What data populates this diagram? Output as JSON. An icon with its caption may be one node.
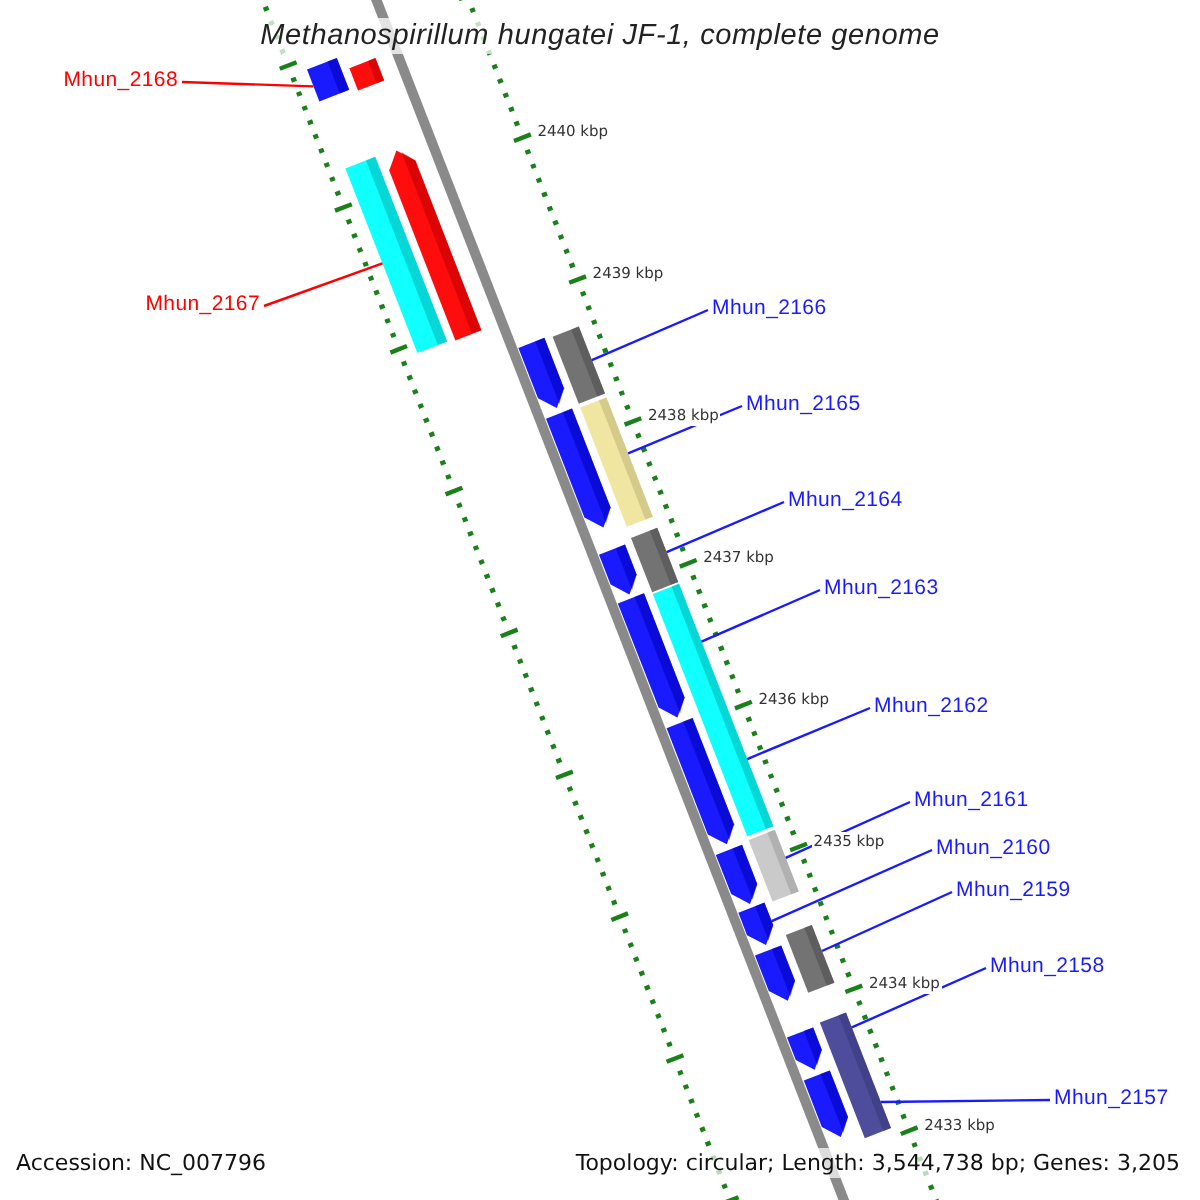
{
  "diagram": {
    "title": "Methanospirillum hungatei JF-1, complete genome",
    "nodes": [
      {
        "text": [
          "Mhun_2168"
        ]
      },
      {
        "text": [
          "Mhun_2167"
        ]
      },
      {
        "text": [
          "Mhun_2166"
        ]
      },
      {
        "text": [
          "Mhun_2165"
        ]
      },
      {
        "text": [
          "Mhun_2164"
        ]
      },
      {
        "text": [
          "Mhun_2163"
        ]
      },
      {
        "text": [
          "Mhun_2162"
        ]
      },
      {
        "text": [
          "Mhun_2161"
        ]
      },
      {
        "text": [
          "Mhun_2160"
        ]
      },
      {
        "text": [
          "Mhun_2159"
        ]
      },
      {
        "text": [
          "Mhun_2158"
        ]
      },
      {
        "text": [
          "Mhun_2157"
        ]
      },
      {
        "text": [],
        "shape": "box"
      },
      {
        "text": [],
        "shape": "box"
      },
      {
        "text": [],
        "shape": "box"
      },
      {
        "text": [],
        "shape": "arrow"
      },
      {
        "text": [],
        "shape": "box"
      },
      {
        "text": [],
        "shape": "arrow"
      },
      {
        "text": [],
        "shape": "box"
      },
      {
        "text": [],
        "shape": "arrow"
      },
      {
        "text": [],
        "shape": "box"
      },
      {
        "text": [],
        "shape": "arrow"
      },
      {
        "text": [],
        "shape": "box"
      },
      {
        "text": [],
        "shape": "arrow"
      },
      {
        "text": [],
        "shape": "arrow"
      },
      {
        "text": [],
        "shape": "box"
      },
      {
        "text": [],
        "shape": "arrow"
      },
      {
        "text": [],
        "shape": "arrow"
      },
      {
        "text": [],
        "shape": "box"
      },
      {
        "text": [],
        "shape": "arrow"
      },
      {
        "text": [],
        "shape": "box"
      },
      {
        "text": [],
        "shape": "arrow"
      },
      {
        "text": [],
        "shape": "arrow"
      }
    ],
    "edges": [
      {
        "from": 0,
        "to": 12,
        "arrow": "none",
        "color": "#ff0000"
      },
      {
        "from": 1,
        "to": 14,
        "arrow": "none",
        "color": "#ff0000"
      },
      {
        "from": 2,
        "to": 16,
        "arrow": "none"
      },
      {
        "from": 3,
        "to": 18,
        "arrow": "none"
      },
      {
        "from": 4,
        "to": 20,
        "arrow": "none"
      },
      {
        "from": 5,
        "to": 22,
        "arrow": "none"
      },
      {
        "from": 6,
        "to": 22,
        "arrow": "none"
      },
      {
        "from": 7,
        "to": 25,
        "arrow": "none"
      },
      {
        "from": 8,
        "to": 27,
        "arrow": "none"
      },
      {
        "from": 9,
        "to": 28,
        "arrow": "none"
      },
      {
        "from": 10,
        "to": 30,
        "arrow": "none"
      },
      {
        "from": 11,
        "to": 30,
        "arrow": "none"
      }
    ],
    "labels": [
      "2440 kbp",
      "2439 kbp",
      "2438 kbp",
      "2437 kbp",
      "2436 kbp",
      "2435 kbp",
      "2434 kbp",
      "2433 kbp",
      "Accession: NC_007796",
      "Topology: circular; Length: 3,544,738 bp; Genes: 3,205"
    ]
  }
}
